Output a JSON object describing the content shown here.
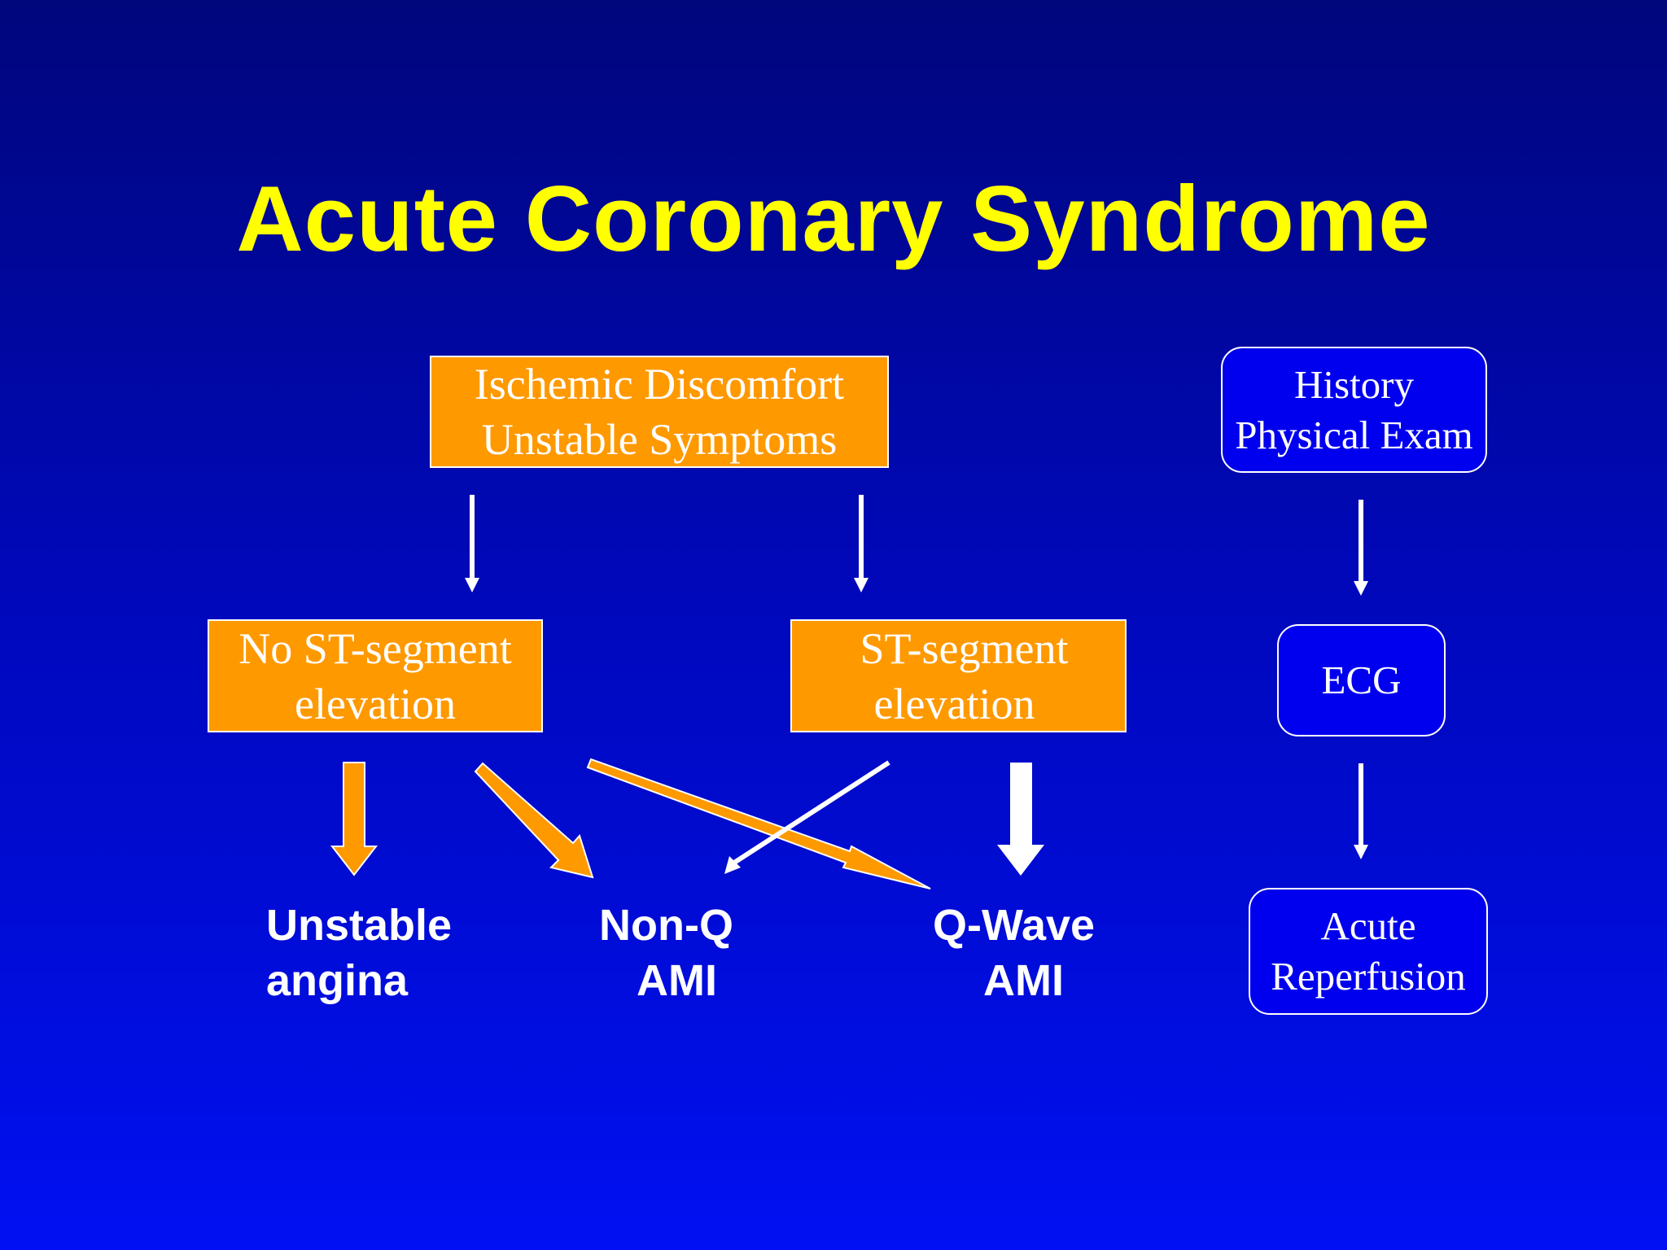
{
  "title": "Acute Coronary Syndrome",
  "boxes": {
    "ischemic": {
      "line1": "Ischemic Discomfort",
      "line2": "Unstable Symptoms"
    },
    "no_st": {
      "line1": "No ST-segment",
      "line2": "elevation"
    },
    "st": {
      "line1": "ST-segment",
      "line2": "elevation"
    },
    "history": {
      "line1": "History",
      "line2": "Physical Exam"
    },
    "ecg": {
      "line1": "ECG"
    },
    "reperfusion": {
      "line1": "Acute",
      "line2": "Reperfusion"
    }
  },
  "outcomes": {
    "unstable_angina": {
      "line1": "Unstable",
      "line2": "angina"
    },
    "non_q_ami": {
      "line1": "Non-Q",
      "line2": "AMI"
    },
    "q_wave_ami": {
      "line1": "Q-Wave",
      "line2": "AMI"
    }
  },
  "colors": {
    "background_top": "#00067c",
    "background_bottom": "#0010f2",
    "title": "#ffff00",
    "orange_box": "#ff9900",
    "blue_box": "#0000ee",
    "text": "#ffffff"
  }
}
